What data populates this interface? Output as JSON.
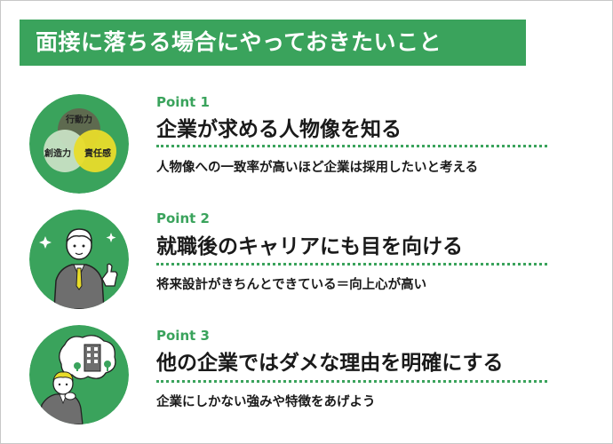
{
  "banner": {
    "title": "面接に落ちる場合にやっておきたいこと"
  },
  "colors": {
    "accent": "#3aa35c",
    "yellow": "#e8dc2a",
    "dark_circle": "#5e6a4f",
    "light_circle": "#c7e0c3"
  },
  "points": [
    {
      "label": "Point 1",
      "title": "企業が求める人物像を知る",
      "description": "人物像への一致率が高いほど企業は採用したいと考える",
      "illustration": {
        "type": "venn",
        "labels": [
          "行動力",
          "創造力",
          "責任感"
        ]
      }
    },
    {
      "label": "Point 2",
      "title": "就職後のキャリアにも目を向ける",
      "description": "将来設計がきちんとできている＝向上心が高い",
      "illustration": {
        "type": "person-thumbs-up-icon"
      }
    },
    {
      "label": "Point 3",
      "title": "他の企業ではダメな理由を明確にする",
      "description": "企業にしかない強みや特徴をあげよう",
      "illustration": {
        "type": "person-thinking-building-icon"
      }
    }
  ]
}
